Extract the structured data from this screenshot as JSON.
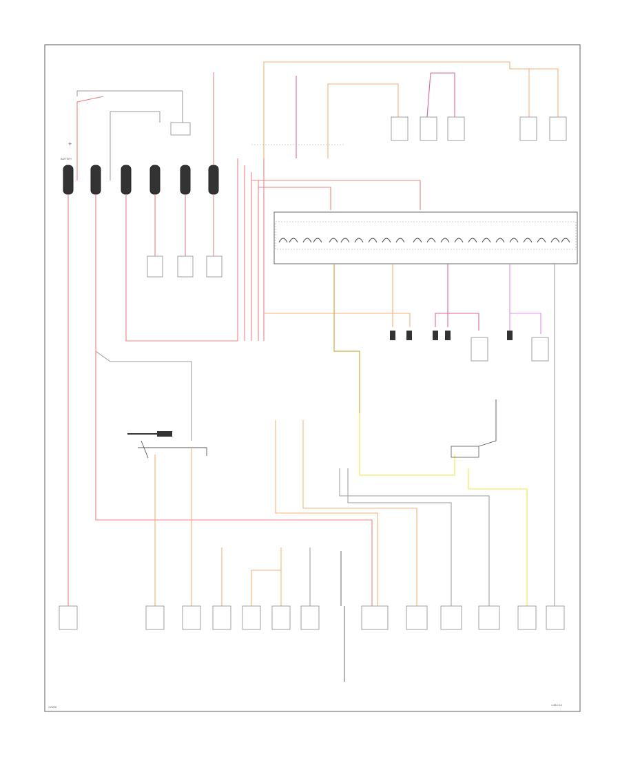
{
  "diagram": {
    "battery_label": "BATTERY",
    "battery_symbol": "+",
    "footer_left": "1VWZ8",
    "footer_right": "1-38-0-16"
  },
  "colors": {
    "red": "#f08080",
    "pink": "#e0609a",
    "orange": "#f5b070",
    "yellow": "#f2ee60",
    "olive": "#c8b040",
    "violet": "#e090f0",
    "gray": "#999999",
    "black": "#555555"
  }
}
